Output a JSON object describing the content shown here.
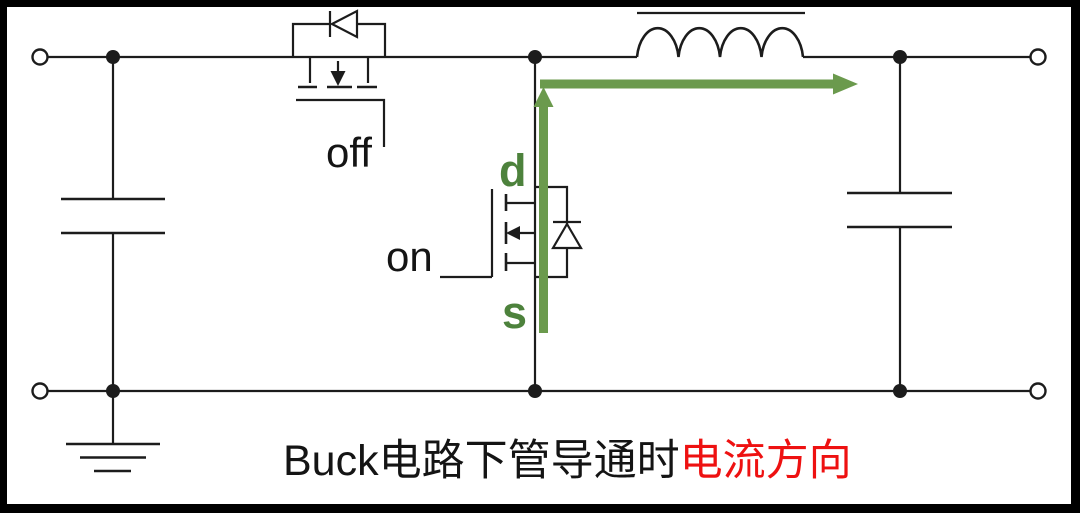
{
  "caption": {
    "black_part": "Buck电路下管导通时",
    "red_part": "电流方向"
  },
  "labels": {
    "high_side_state": "off",
    "low_side_state": "on",
    "drain_pin": "d",
    "source_pin": "s"
  },
  "colors": {
    "bg": "#ffffff",
    "frame": "#000000",
    "wire": "#1c1c1c",
    "arrow": "#6b9a4d",
    "pin-label": "#4d823c",
    "text": "#141414",
    "accent-red": "#ee1111"
  }
}
